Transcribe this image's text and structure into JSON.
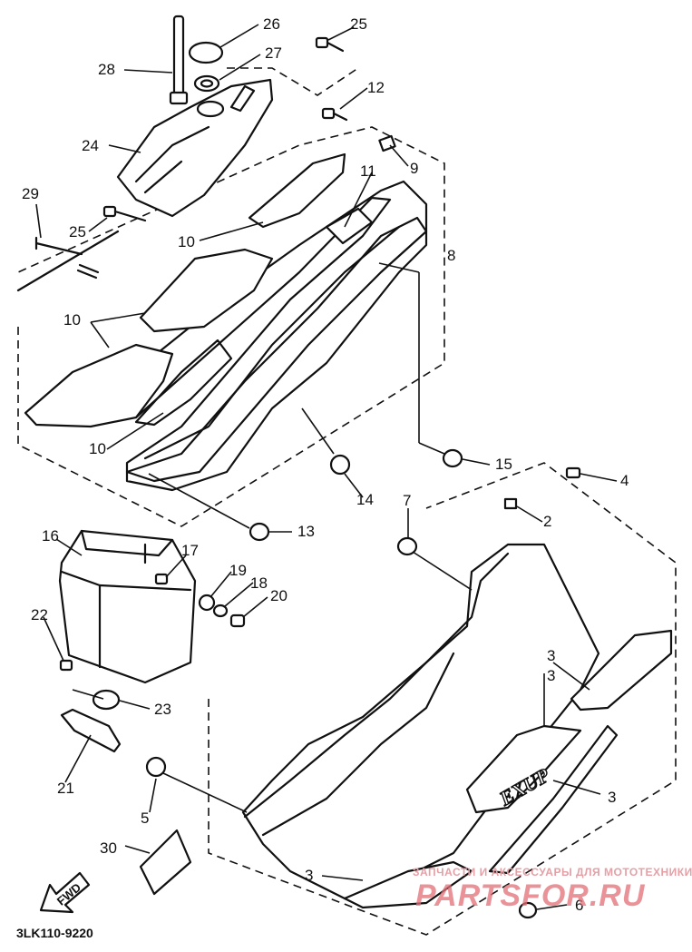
{
  "diagram_code": "3LK110-9220",
  "fwd_label": "FWD",
  "emblem_text": "EXUP",
  "watermark": {
    "top": "ЗАПЧАСТИ И АКСЕССУАРЫ ДЛЯ МОТОТЕХНИКИ",
    "brand": "PARTSFOR.RU"
  },
  "callouts": [
    {
      "id": "c26",
      "label": "26"
    },
    {
      "id": "c25a",
      "label": "25"
    },
    {
      "id": "c27",
      "label": "27"
    },
    {
      "id": "c28",
      "label": "28"
    },
    {
      "id": "c12",
      "label": "12"
    },
    {
      "id": "c24",
      "label": "24"
    },
    {
      "id": "c9",
      "label": "9"
    },
    {
      "id": "c11",
      "label": "11"
    },
    {
      "id": "c29",
      "label": "29"
    },
    {
      "id": "c25b",
      "label": "25"
    },
    {
      "id": "c10a",
      "label": "10"
    },
    {
      "id": "c8",
      "label": "8"
    },
    {
      "id": "c10b",
      "label": "10"
    },
    {
      "id": "c10c",
      "label": "10"
    },
    {
      "id": "c15",
      "label": "15"
    },
    {
      "id": "c4",
      "label": "4"
    },
    {
      "id": "c14",
      "label": "14"
    },
    {
      "id": "c7",
      "label": "7"
    },
    {
      "id": "c2",
      "label": "2"
    },
    {
      "id": "c13",
      "label": "13"
    },
    {
      "id": "c16",
      "label": "16"
    },
    {
      "id": "c17",
      "label": "17"
    },
    {
      "id": "c19",
      "label": "19"
    },
    {
      "id": "c18",
      "label": "18"
    },
    {
      "id": "c20",
      "label": "20"
    },
    {
      "id": "c22",
      "label": "22"
    },
    {
      "id": "c3a",
      "label": "3"
    },
    {
      "id": "c3b",
      "label": "3"
    },
    {
      "id": "c23",
      "label": "23"
    },
    {
      "id": "c3c",
      "label": "3"
    },
    {
      "id": "c21",
      "label": "21"
    },
    {
      "id": "c5",
      "label": "5"
    },
    {
      "id": "c30",
      "label": "30"
    },
    {
      "id": "c3d",
      "label": "3"
    },
    {
      "id": "c6",
      "label": "6"
    }
  ]
}
